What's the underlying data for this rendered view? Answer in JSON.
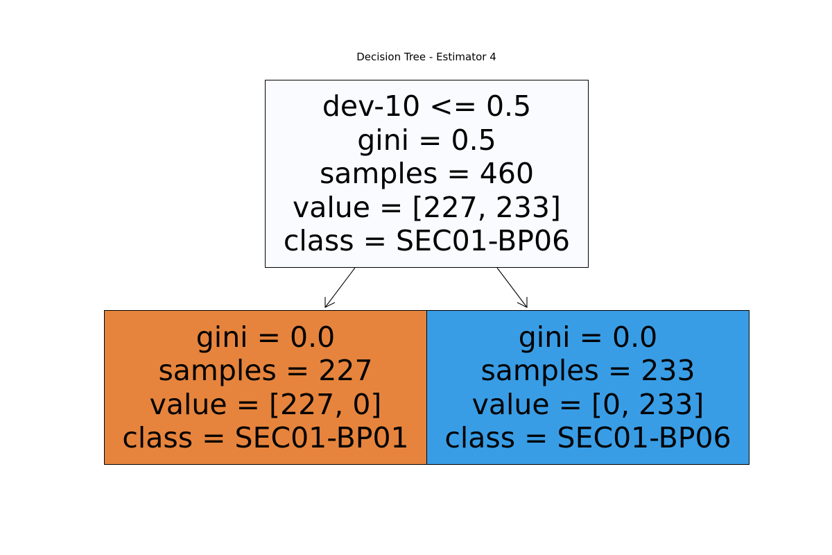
{
  "title": "Decision Tree - Estimator 4",
  "root": {
    "split": "dev-10 <= 0.5",
    "gini": "gini = 0.5",
    "samples": "samples = 460",
    "value": "value = [227, 233]",
    "class": "class = SEC01-BP06",
    "color": "#f9fbfe"
  },
  "left_leaf": {
    "gini": "gini = 0.0",
    "samples": "samples = 227",
    "value": "value = [227, 0]",
    "class": "class = SEC01-BP01",
    "color": "#e6843d"
  },
  "right_leaf": {
    "gini": "gini = 0.0",
    "samples": "samples = 233",
    "value": "value = [0, 233]",
    "class": "class = SEC01-BP06",
    "color": "#399de5"
  }
}
